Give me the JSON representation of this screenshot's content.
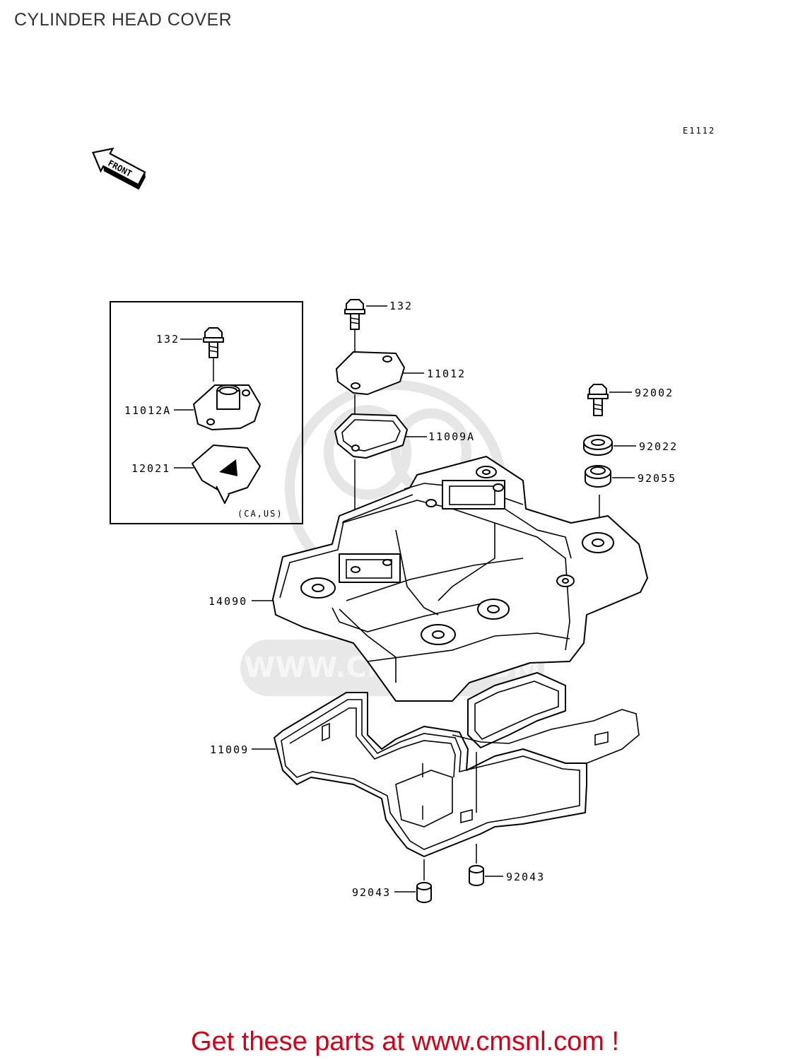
{
  "title": "CYLINDER HEAD COVER",
  "diagram_code": "E1112",
  "front_marker": "FRONT",
  "inset_note": "(CA,US)",
  "watermark": "WWW.CMSNL.COM",
  "parts": {
    "bolt_inset": "132",
    "plate_inset": "11012A",
    "clip_inset": "12021",
    "bolt_top": "132",
    "plate": "11012",
    "gasket_plate": "11009A",
    "bolt_right": "92002",
    "washer": "92022",
    "grommet": "92055",
    "head_cover": "14090",
    "gasket_head": "11009",
    "dowel_left": "92043",
    "dowel_right": "92043"
  },
  "cta": "Get these parts at www.cmsnl.com !",
  "colors": {
    "cta": "#d0021b",
    "title": "#333333",
    "watermark": "#e8e8e8"
  }
}
